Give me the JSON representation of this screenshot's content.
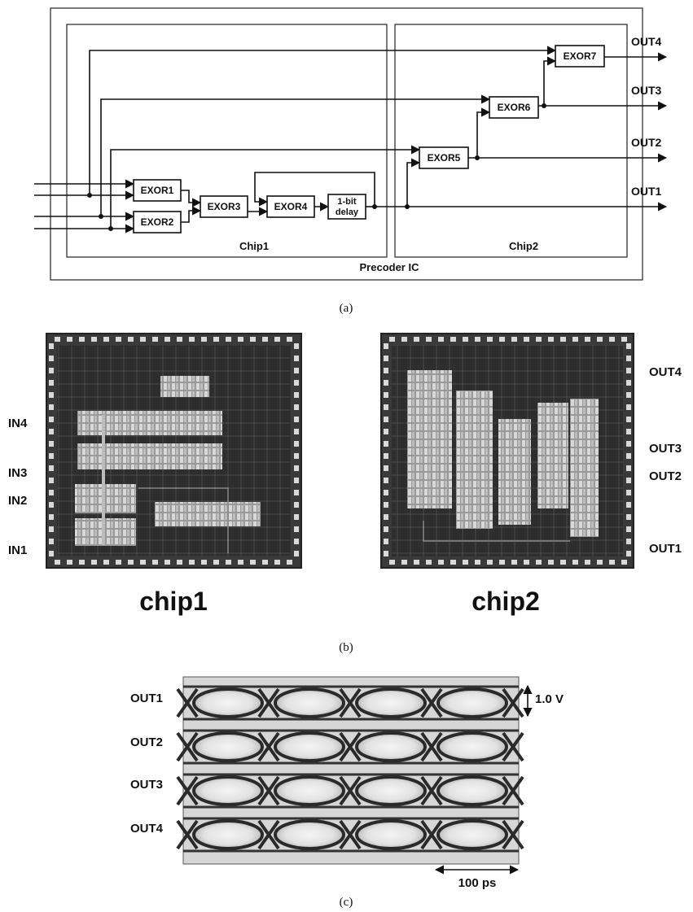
{
  "panel_a": {
    "caption": "(a)",
    "precoder_label": "Precoder IC",
    "chip1_label": "Chip1",
    "chip2_label": "Chip2",
    "gates": {
      "exor1": "EXOR1",
      "exor2": "EXOR2",
      "exor3": "EXOR3",
      "exor4": "EXOR4",
      "exor5": "EXOR5",
      "exor6": "EXOR6",
      "exor7": "EXOR7",
      "delay_line1": "1-bit",
      "delay_line2": "delay"
    },
    "outputs": {
      "out1": "OUT1",
      "out2": "OUT2",
      "out3": "OUT3",
      "out4": "OUT4"
    }
  },
  "panel_b": {
    "caption": "(b)",
    "chip1_title": "chip1",
    "chip2_title": "chip2",
    "inputs": {
      "in4": "IN4",
      "in3": "IN3",
      "in2": "IN2",
      "in1": "IN1"
    },
    "outputs": {
      "out4": "OUT4",
      "out3": "OUT3",
      "out2": "OUT2",
      "out1": "OUT1"
    }
  },
  "panel_c": {
    "caption": "(c)",
    "rows": [
      "OUT1",
      "OUT2",
      "OUT3",
      "OUT4"
    ],
    "voltage_scale": "1.0 V",
    "time_scale": "100 ps"
  }
}
